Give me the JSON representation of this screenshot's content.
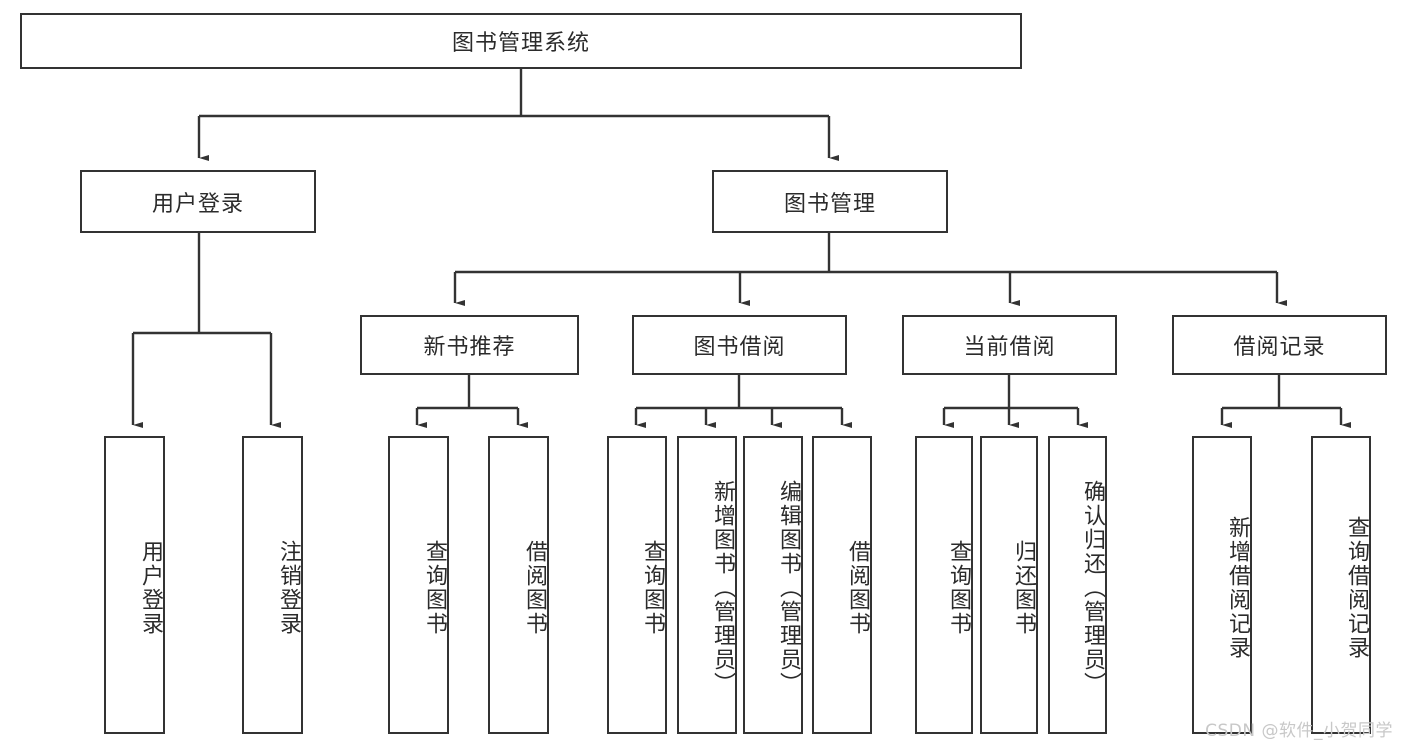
{
  "diagram": {
    "title": "图书管理系统",
    "type": "hierarchy-tree",
    "root": {
      "label": "图书管理系统"
    },
    "level2": [
      {
        "label": "用户登录"
      },
      {
        "label": "图书管理"
      }
    ],
    "level3": [
      {
        "label": "新书推荐",
        "parent": "图书管理"
      },
      {
        "label": "图书借阅",
        "parent": "图书管理"
      },
      {
        "label": "当前借阅",
        "parent": "图书管理"
      },
      {
        "label": "借阅记录",
        "parent": "图书管理"
      }
    ],
    "leaves": [
      {
        "label": "用户登录",
        "parent": "用户登录"
      },
      {
        "label": "注销登录",
        "parent": "用户登录"
      },
      {
        "label": "查询图书",
        "parent": "新书推荐"
      },
      {
        "label": "借阅图书",
        "parent": "新书推荐"
      },
      {
        "label": "查询图书",
        "parent": "图书借阅"
      },
      {
        "label": "新增图书（管理员）",
        "parent": "图书借阅"
      },
      {
        "label": "编辑图书（管理员）",
        "parent": "图书借阅"
      },
      {
        "label": "借阅图书",
        "parent": "图书借阅"
      },
      {
        "label": "查询图书",
        "parent": "当前借阅"
      },
      {
        "label": "归还图书",
        "parent": "当前借阅"
      },
      {
        "label": "确认归还（管理员）",
        "parent": "当前借阅"
      },
      {
        "label": "新增借阅记录",
        "parent": "借阅记录"
      },
      {
        "label": "查询借阅记录",
        "parent": "借阅记录"
      }
    ],
    "colors": {
      "stroke": "#333333",
      "fill": "#ffffff",
      "text": "#2b2b2b",
      "watermark": "#c8c8c8"
    }
  },
  "watermark": {
    "text": "CSDN @软件_小贺同学"
  }
}
